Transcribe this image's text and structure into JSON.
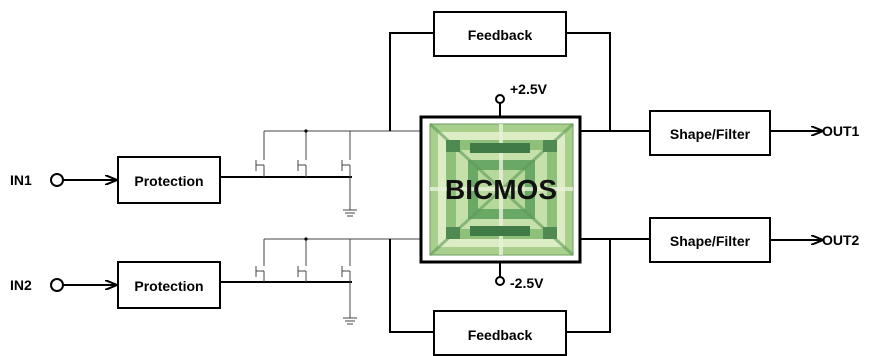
{
  "inputs": {
    "in1": "IN1",
    "in2": "IN2"
  },
  "blocks": {
    "protection_1": "Protection",
    "protection_2": "Protection",
    "feedback_top": "Feedback",
    "feedback_bottom": "Feedback",
    "shape_filter_1": "Shape/Filter",
    "shape_filter_2": "Shape/Filter",
    "chip": "BICMOS"
  },
  "supplies": {
    "positive": "+2.5V",
    "negative": "-2.5V"
  },
  "outputs": {
    "out1": "OUT1",
    "out2": "OUT2"
  },
  "colors": {
    "chip_green": "#a8cf8c",
    "chip_light": "#dcecc4",
    "chip_dark": "#5d9a5a"
  }
}
